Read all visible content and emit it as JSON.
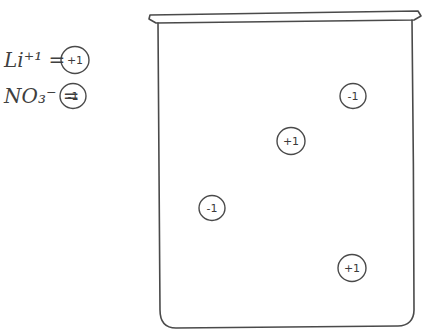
{
  "diagram": {
    "nodes": [
      {
        "text": [
          "+1"
        ]
      },
      {
        "text": [
          "-1"
        ]
      },
      {
        "text": [
          "-1"
        ]
      },
      {
        "text": [
          "+1"
        ]
      },
      {
        "text": [
          "-1"
        ]
      },
      {
        "text": [
          "+1"
        ]
      }
    ],
    "labels": [
      "Li⁺¹ =",
      "NO₃⁻ ="
    ]
  }
}
